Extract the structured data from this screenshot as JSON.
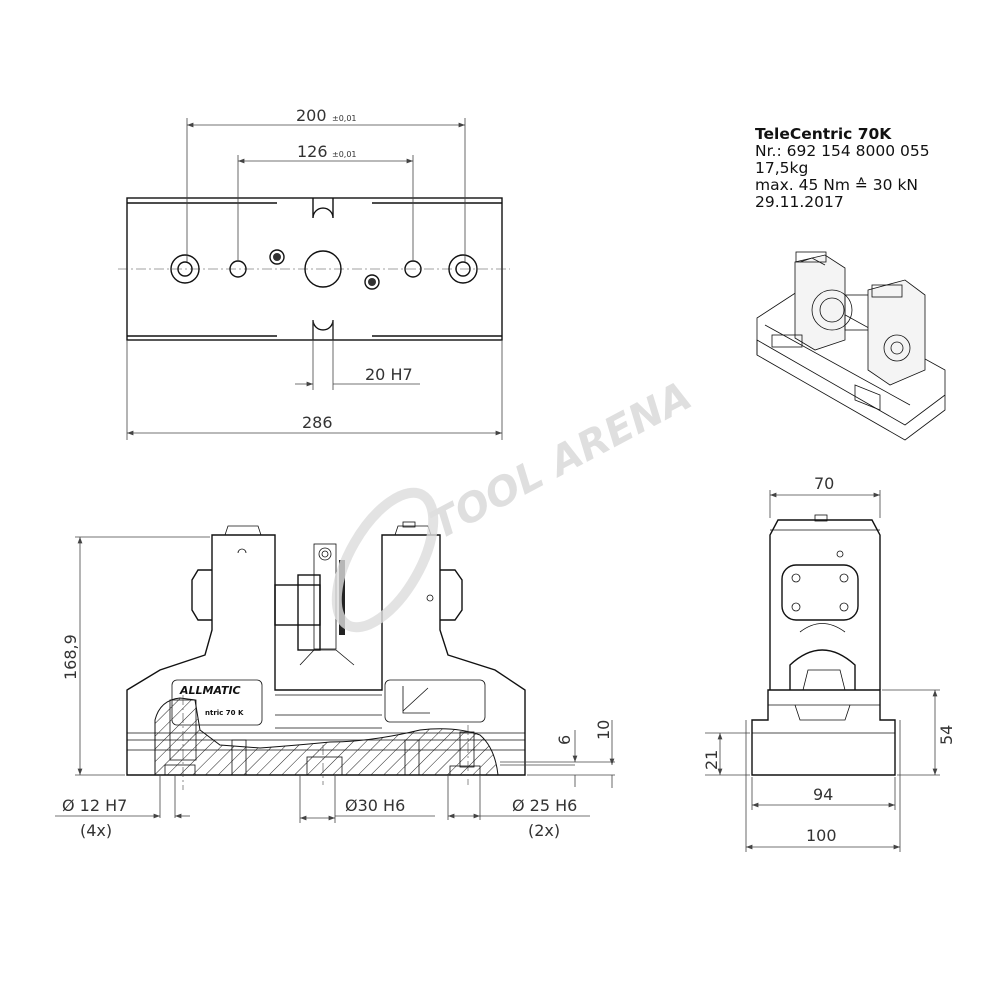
{
  "title_block": {
    "product": "TeleCentric 70K",
    "part_number": "Nr.: 692 154 8000 055",
    "weight": "17,5kg",
    "torque": "max. 45 Nm ≙ 30 kN",
    "date": "29.11.2017"
  },
  "top_view": {
    "dim_200": "200",
    "dim_200_tol": "±0,01",
    "dim_126": "126",
    "dim_126_tol": "±0,01",
    "dim_slot": "20 H7",
    "dim_length": "286"
  },
  "front_view": {
    "dim_height": "168,9",
    "dim_6": "6",
    "dim_10": "10",
    "bore_12": "Ø 12 H7",
    "bore_12_count": "(4x)",
    "bore_30": "Ø30 H6",
    "bore_25": "Ø 25 H6",
    "bore_25_count": "(2x)",
    "label_brand": "ALLMATIC",
    "label_model": "ntric 70 K"
  },
  "side_view": {
    "dim_70": "70",
    "dim_21": "21",
    "dim_54": "54",
    "dim_94": "94",
    "dim_100": "100"
  },
  "watermark": "TOOL ARENA"
}
